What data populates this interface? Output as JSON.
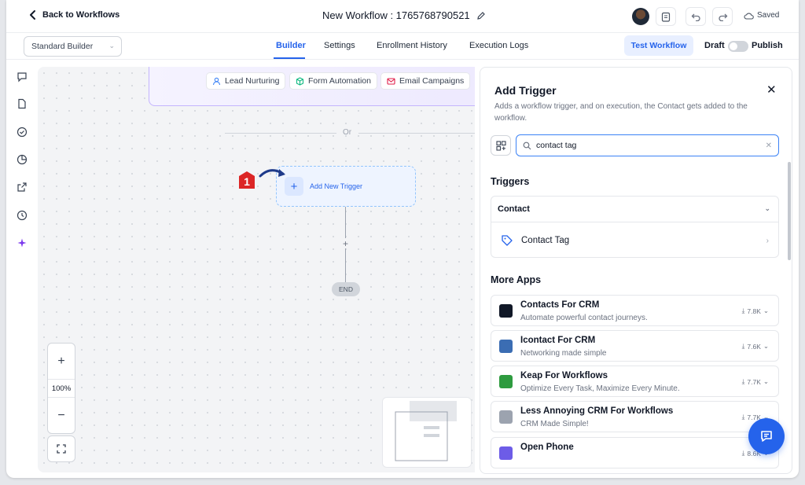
{
  "header": {
    "back_label": "Back to Workflows",
    "workflow_title": "New Workflow : 1765768790521",
    "saved_label": "Saved"
  },
  "nav": {
    "builder_select": "Standard Builder",
    "tabs": [
      {
        "label": "Builder",
        "active": true
      },
      {
        "label": "Settings",
        "active": false
      },
      {
        "label": "Enrollment History",
        "active": false
      },
      {
        "label": "Execution Logs",
        "active": false
      }
    ],
    "test_button": "Test Workflow",
    "draft_label": "Draft",
    "publish_label": "Publish"
  },
  "canvas": {
    "template_chips": [
      "Lead Nurturing",
      "Form Automation",
      "Email Campaigns"
    ],
    "or_label": "Or",
    "add_trigger_label": "Add New Trigger",
    "end_label": "END",
    "step_badge": "1",
    "zoom_level": "100%",
    "zoom_in": "+",
    "zoom_out": "−"
  },
  "panel": {
    "title": "Add Trigger",
    "description": "Adds a workflow trigger, and on execution, the Contact gets added to the workflow.",
    "search_value": "contact tag",
    "triggers_heading": "Triggers",
    "category": "Contact",
    "trigger_item": "Contact Tag",
    "more_apps_heading": "More Apps",
    "apps": [
      {
        "name": "Contacts For CRM",
        "subtitle": "Automate powerful contact journeys.",
        "downloads": "7.8K",
        "logo_color": "#111827"
      },
      {
        "name": "Icontact For CRM",
        "subtitle": "Networking made simple",
        "downloads": "7.6K",
        "logo_color": "#3b6db3"
      },
      {
        "name": "Keap For Workflows",
        "subtitle": "Optimize Every Task, Maximize Every Minute.",
        "downloads": "7.7K",
        "logo_color": "#2e9b3f"
      },
      {
        "name": "Less Annoying CRM For Workflows",
        "subtitle": "CRM Made Simple!",
        "downloads": "7.7K",
        "logo_color": "#9ca3af"
      },
      {
        "name": "Open Phone",
        "subtitle": "",
        "downloads": "8.6K",
        "logo_color": "#6d5ce7"
      }
    ]
  },
  "colors": {
    "accent": "#2563eb",
    "template_border": "#c4b5fd",
    "step_badge": "#dc2626"
  }
}
